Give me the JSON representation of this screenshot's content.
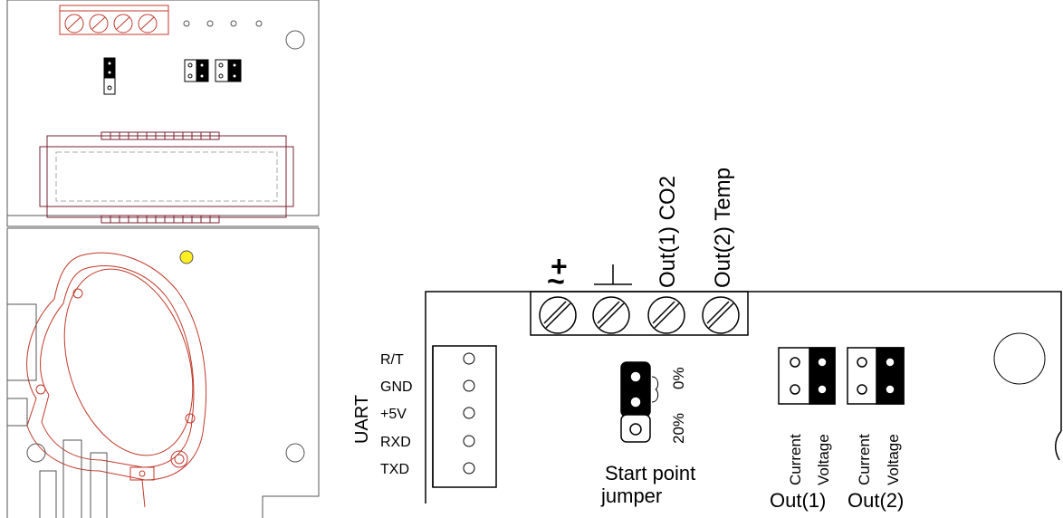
{
  "terminals": {
    "t1_symbol": "~",
    "t1_plus": "+",
    "t2_symbol": "⊥",
    "t3_label": "Out(1) CO2",
    "t4_label": "Out(2) Temp"
  },
  "uart": {
    "title": "UART",
    "pins": [
      "R/T",
      "GND",
      "+5V",
      "RXD",
      "TXD"
    ]
  },
  "start_jumper": {
    "opt_top": "0%",
    "opt_bottom": "20%",
    "caption_line1": "Start point",
    "caption_line2": "jumper"
  },
  "output_jumpers": [
    {
      "mode_a": "Current",
      "mode_b": "Voltage",
      "name": "Out(1)"
    },
    {
      "mode_a": "Current",
      "mode_b": "Voltage",
      "name": "Out(2)"
    }
  ],
  "colors": {
    "line": "#000000",
    "overlay_red": "#c0392b",
    "pcb_outline": "#555555",
    "led_yellow": "#ffee22"
  }
}
